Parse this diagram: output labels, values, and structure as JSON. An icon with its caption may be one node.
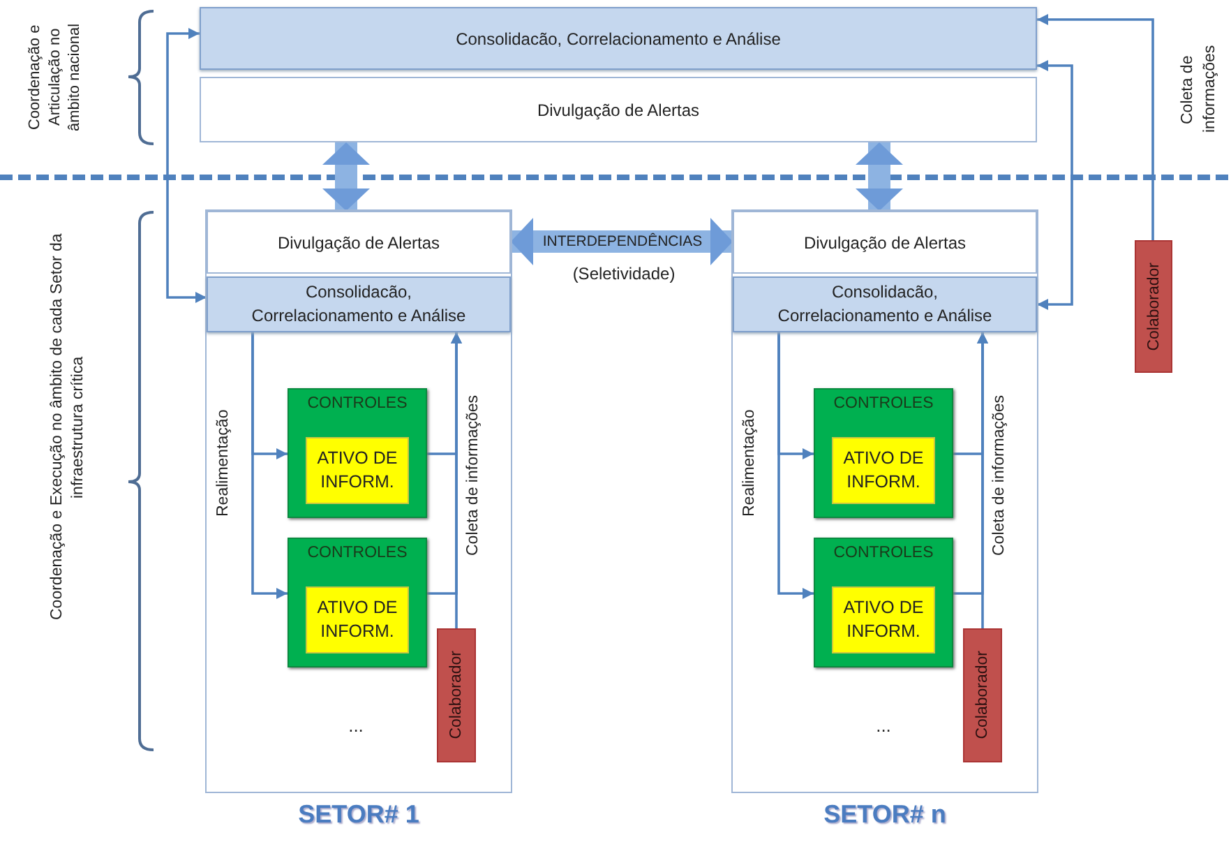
{
  "diagram": {
    "nodes": [
      {
        "text": [
          "Consolidacão, Correlacionamento e Análise"
        ]
      },
      {
        "text": [
          "Divulgação de Alertas"
        ]
      },
      {
        "text": [
          "SETOR# 1"
        ]
      },
      {
        "text": [
          "Divulgação de Alertas"
        ],
        "in": 2
      },
      {
        "text": [
          "Consolidacão, Correlacionamento e Análise"
        ],
        "in": 2
      },
      {
        "text": [
          "CONTROLES"
        ],
        "in": 2
      },
      {
        "text": [
          "ATIVO DE INFORM."
        ],
        "in": 5
      },
      {
        "text": [
          "CONTROLES"
        ],
        "in": 2
      },
      {
        "text": [
          "ATIVO DE INFORM."
        ],
        "in": 7
      },
      {
        "text": [
          "Colaborador"
        ],
        "in": 2
      },
      {
        "text": [
          "SETOR# n"
        ]
      },
      {
        "text": [
          "Divulgação de Alertas"
        ],
        "in": 10
      },
      {
        "text": [
          "Consolidacão, Correlacionamento e Análise"
        ],
        "in": 10
      },
      {
        "text": [
          "CONTROLES"
        ],
        "in": 10
      },
      {
        "text": [
          "ATIVO DE INFORM."
        ],
        "in": 13
      },
      {
        "text": [
          "CONTROLES"
        ],
        "in": 10
      },
      {
        "text": [
          "ATIVO DE INFORM."
        ],
        "in": 15
      },
      {
        "text": [
          "Colaborador"
        ],
        "in": 10
      },
      {
        "text": [
          "Colaborador"
        ]
      }
    ],
    "edges": [
      {
        "from": 1,
        "to": 3,
        "arrow": "both",
        "style": "thick"
      },
      {
        "from": 1,
        "to": 11,
        "arrow": "both",
        "style": "thick"
      },
      {
        "from": 3,
        "to": 11,
        "arrow": "both",
        "style": "thick",
        "label": "INTERDEPENDÊNCIAS"
      },
      {
        "from": 4,
        "to": 0,
        "arrow": "both"
      },
      {
        "from": 12,
        "to": 0,
        "arrow": "both"
      },
      {
        "from": 18,
        "to": 0,
        "arrow": "to",
        "label": "Coleta de informações"
      },
      {
        "from": 4,
        "to": 5,
        "arrow": "to",
        "label": "Realimentação"
      },
      {
        "from": 4,
        "to": 7,
        "arrow": "to"
      },
      {
        "from": 5,
        "to": 4,
        "arrow": "to",
        "label": "Coleta de informações"
      },
      {
        "from": 7,
        "to": 4,
        "arrow": "to"
      },
      {
        "from": 9,
        "to": 4,
        "arrow": "to"
      },
      {
        "from": 12,
        "to": 13,
        "arrow": "to",
        "label": "Realimentação"
      },
      {
        "from": 12,
        "to": 15,
        "arrow": "to"
      },
      {
        "from": 13,
        "to": 12,
        "arrow": "to",
        "label": "Coleta de informações"
      },
      {
        "from": 15,
        "to": 12,
        "arrow": "to"
      },
      {
        "from": 17,
        "to": 12,
        "arrow": "to"
      }
    ],
    "labels": [
      "Coordenação e Articulação no âmbito nacional",
      "Coordenação e Execução no âmbito de cada Setor da infraestrutura crítica",
      "(Seletividade)",
      "...",
      "..."
    ]
  }
}
